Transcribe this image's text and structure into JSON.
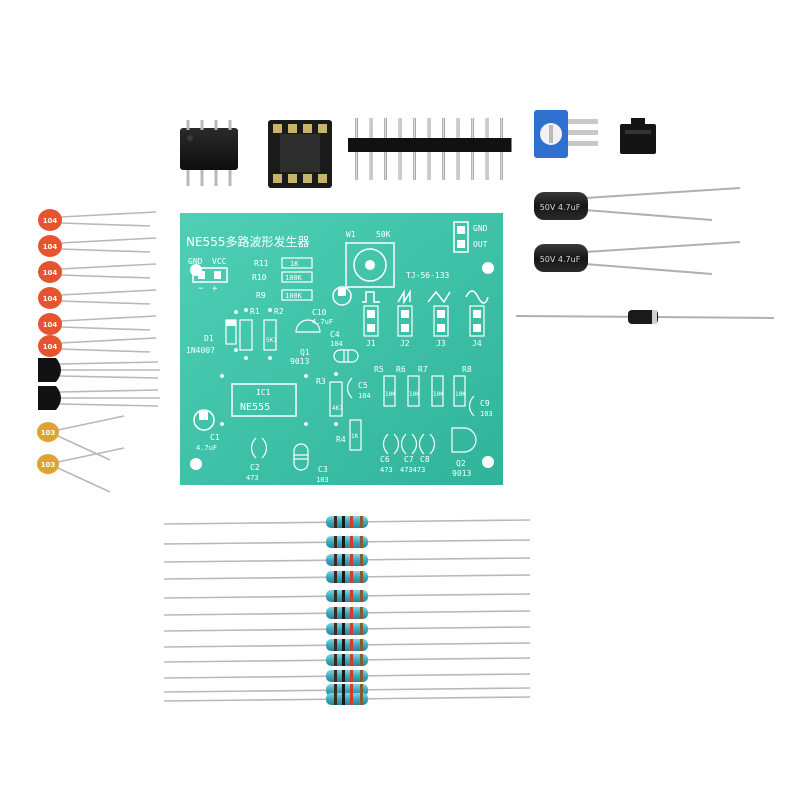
{
  "board": {
    "title": "NE555多路波形发生器",
    "gnd": "GND",
    "vcc": "VCC",
    "minus": "−",
    "plus": "+",
    "out_gnd": "GND",
    "out_out": "OUT",
    "w1": "W1",
    "w1_value": "50K",
    "model": "TJ-56-133",
    "r11": "R11",
    "r11_val": "1K",
    "r10": "R10",
    "r10_val": "100K",
    "r9": "R9",
    "r9_val": "100K",
    "r1": "R1",
    "r2": "R2",
    "r2_val": "5K1",
    "c10": "C10",
    "c10_val": "4.7uF",
    "c4": "C4",
    "c4_val": "104",
    "d1": "D1",
    "d1_val": "1N4007",
    "q1": "Q1",
    "q1_val": "9013",
    "j1": "J1",
    "j2": "J2",
    "j3": "J3",
    "j4": "J4",
    "r3": "R3",
    "r3_val": "4K7",
    "r5": "R5",
    "r6": "R6",
    "r7": "R7",
    "r8": "R8",
    "r5_val": "10K",
    "r6_val": "10K",
    "r7_val": "10K",
    "r8_val": "10K",
    "c5": "C5",
    "c5_val": "104",
    "c9": "C9",
    "c9_val": "103",
    "ic1": "IC1",
    "ic1_val": "NE555",
    "c1": "C1",
    "c1_val": "4.7uF",
    "r4": "R4",
    "r4_val": "1K",
    "c6": "C6",
    "c6_val": "473",
    "c7": "C7",
    "c8": "C8",
    "c78_val": "473473",
    "q2": "Q2",
    "q2_val": "9013",
    "c2": "C2",
    "c2_val": "473",
    "c3": "C3",
    "c3_val": "103"
  },
  "ceramic_caps": {
    "orange_label": "104",
    "yellow_label": "103"
  },
  "electrolytic": {
    "label": "50V 4.7uF"
  },
  "counts": {
    "ceramic_orange": 6,
    "transistors": 2,
    "ceramic_yellow": 2,
    "resistors": 12,
    "header_pins": 11
  },
  "colors": {
    "pcb": "#3fc2a9",
    "ceramic_orange": "#e5542e",
    "ceramic_yellow": "#e0a330",
    "resistor_body": "#48b6c9",
    "pot_blue": "#2f6fd0"
  }
}
